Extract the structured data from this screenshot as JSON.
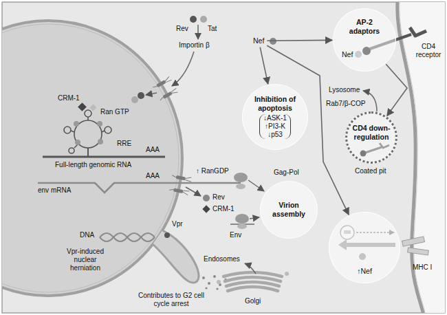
{
  "diagram": {
    "nodes": [
      {
        "text": [
          "Nef"
        ]
      },
      {
        "text": [
          "Inhibition of apoptosis",
          "↓ASK-1",
          "↑PI3-K",
          "↓p53"
        ]
      },
      {
        "text": [
          "AP-2 adaptors",
          "Nef"
        ]
      },
      {
        "text": [
          "CD4 down-regulation"
        ]
      },
      {
        "text": [
          "Virion assembly"
        ]
      },
      {
        "text": [
          "↑Nef"
        ]
      }
    ],
    "edges": [
      {
        "from": 0,
        "to": 1,
        "arrow": "to"
      },
      {
        "from": 0,
        "to": 2,
        "arrow": "to"
      },
      {
        "from": 0,
        "to": 5,
        "arrow": "to"
      },
      {
        "from": 2,
        "to": 3,
        "arrow": "to"
      }
    ],
    "labels": [
      "Rev",
      "Tat",
      "Importin β",
      "CRM-1",
      "Ran GTP",
      "RRE",
      "AAA",
      "Full-length genomic RNA",
      "AAA",
      "env mRNA",
      "↑ RanGDP",
      "Rev",
      "CRM-1",
      "Gag-Pol",
      "Env",
      "DNA",
      "Vpr",
      "Vpr-induced nuclear herniation",
      "Contributes to G2 cell cycle arrest",
      "CD4 receptor",
      "Lysosome",
      "Rab7/β-COP",
      "Coated pit",
      "Endosomes",
      "Golgi",
      "MHC I"
    ]
  }
}
